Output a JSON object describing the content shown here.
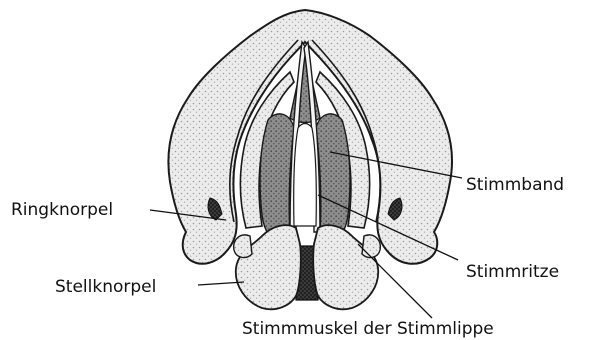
{
  "labels": {
    "stimmband": "Stimmband",
    "ringknorpel": "Ringknorpel",
    "stimmritze": "Stimmritze",
    "stellknorpel": "Stellknorpel",
    "stimmmuskel": "Stimmmuskel der Stimmlippe"
  },
  "colors": {
    "outline": "#1a1a1a",
    "cartilage_fill": "#e9e9e9",
    "muscle_fill": "#9a9a9a",
    "glottis_fill": "#ffffff"
  }
}
